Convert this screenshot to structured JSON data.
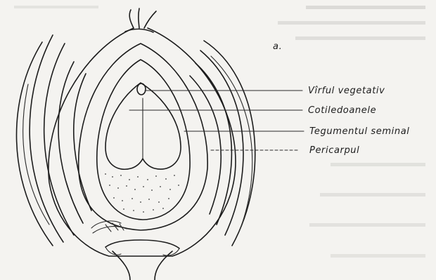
{
  "figure": {
    "panel_letter": "a.",
    "labels": {
      "apex": "Vîrful vegetativ",
      "cotyledons": "Cotiledoanele",
      "seed_coat": "Tegumentul seminal",
      "pericarp": "Pericarpul"
    }
  }
}
